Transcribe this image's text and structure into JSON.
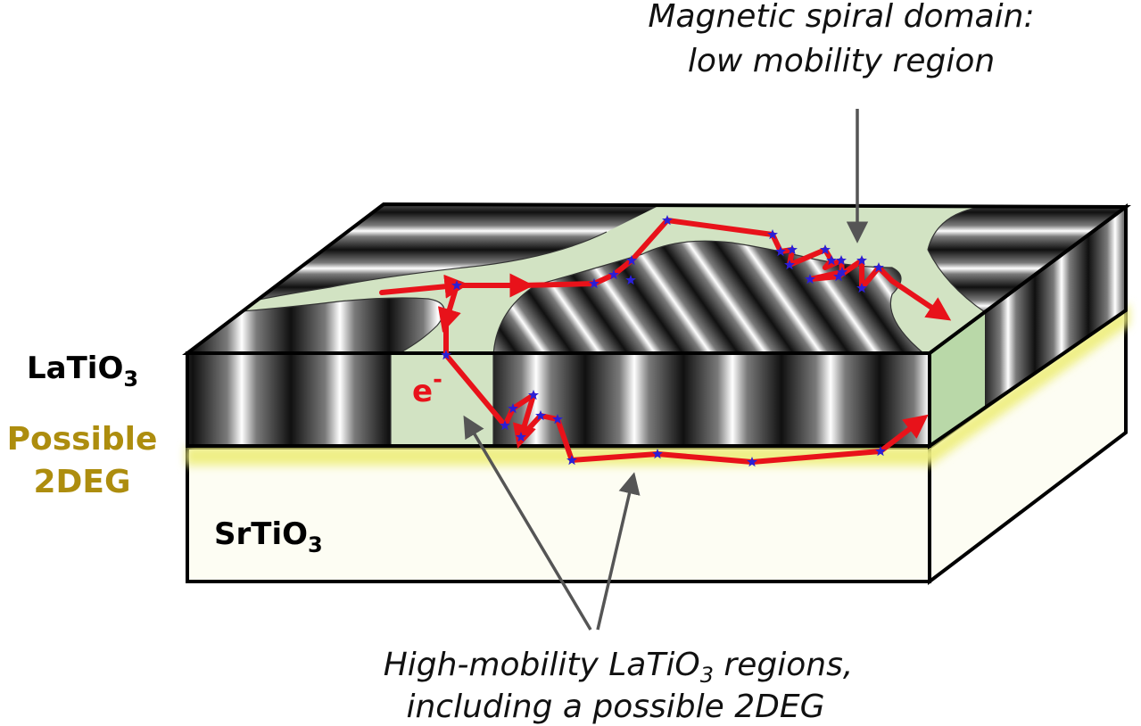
{
  "labels": {
    "latio3": {
      "main": "LaTiO",
      "sub": "3"
    },
    "possible": "Possible",
    "twodeg": "2DEG",
    "srtio3": {
      "main": "SrTiO",
      "sub": "3"
    },
    "electron": {
      "main": "e",
      "sup": "-"
    },
    "spiral_line1": "Magnetic spiral domain:",
    "spiral_line2": "low mobility region",
    "high_pre": "High-mobility LaTiO",
    "high_sub": "3",
    "high_post": " regions,",
    "high_line2": "including a possible 2DEG"
  },
  "colors": {
    "path": "#e8121a",
    "star": "#2a1fd6",
    "domain": "#d2e3c3",
    "glow": "#eeee80",
    "substrate": "#fdfdf3",
    "twodeg_text": "#ad8d0e",
    "arrow": "#555555"
  }
}
